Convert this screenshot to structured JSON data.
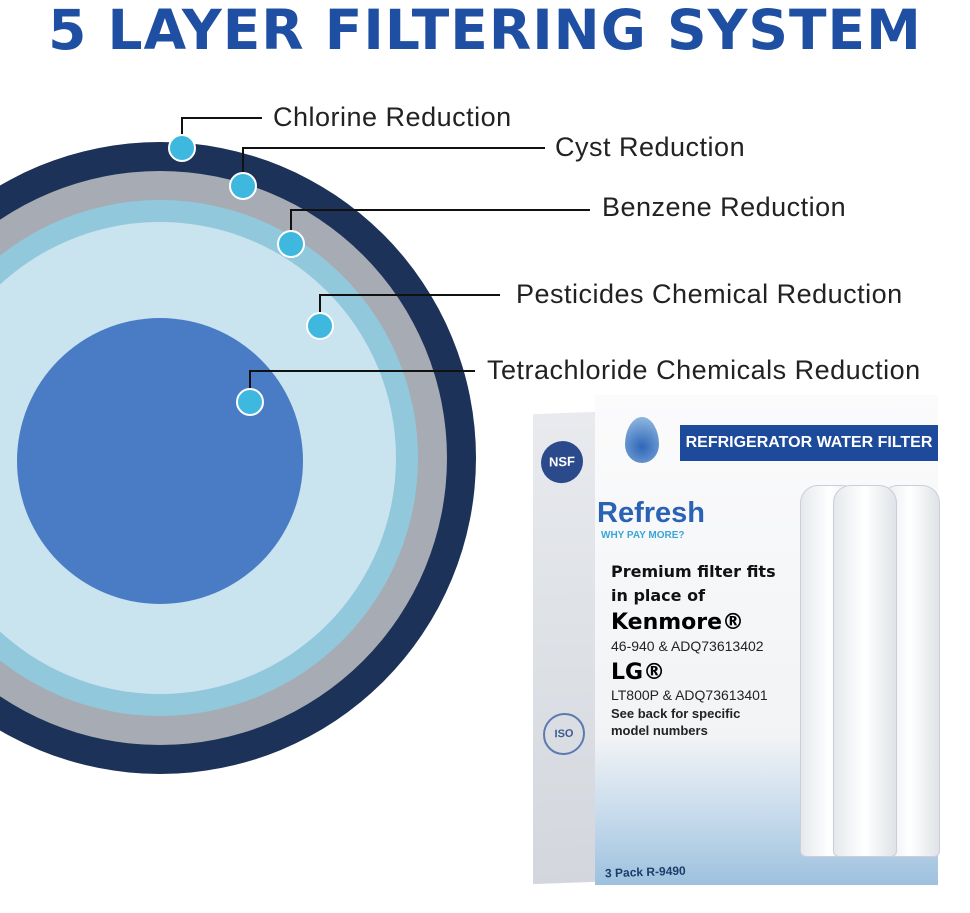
{
  "title": "5 LAYER FILTERING SYSTEM",
  "layers": [
    {
      "label": "Chlorine Reduction",
      "color": "#1d3258"
    },
    {
      "label": "Cyst Reduction",
      "color": "#a7abb3"
    },
    {
      "label": "Benzene Reduction",
      "color": "#92c8dc"
    },
    {
      "label": "Pesticides Chemical Reduction",
      "color": "#c9e3ef"
    },
    {
      "label": "Tetrachloride Chemicals Reduction",
      "color": "#4a7cc5"
    }
  ],
  "product": {
    "banner": "REFRIGERATOR WATER FILTER",
    "brand": "Refresh",
    "tagline": "WHY PAY MORE?",
    "fits": "Premium filter fits in place of",
    "kenmore": "Kenmore®",
    "kenmore_models": "46-940 & ADQ73613402",
    "lg": "LG®",
    "lg_models": "LT800P & ADQ73613401",
    "see_back": "See back for specific model numbers",
    "pack": "3 Pack R-9490",
    "nsf": "NSF",
    "iso": "ISO"
  }
}
